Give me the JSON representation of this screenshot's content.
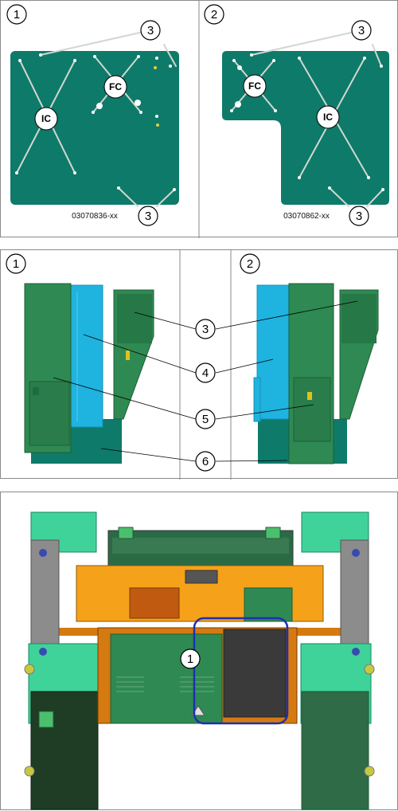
{
  "figure1": {
    "left": {
      "marker": "1",
      "callout_top": "3",
      "callout_bottom": "3",
      "label_ic": "IC",
      "label_fc": "FC",
      "part_number": "03070836-xx"
    },
    "right": {
      "marker": "2",
      "callout_top": "3",
      "callout_bottom": "3",
      "label_ic": "IC",
      "label_fc": "FC",
      "part_number": "03070862-xx"
    }
  },
  "figure2": {
    "marker_left": "1",
    "marker_right": "2",
    "callouts": [
      "3",
      "4",
      "5",
      "6"
    ]
  },
  "figure3": {
    "marker": "1"
  },
  "colors": {
    "board": "#0e7a6a",
    "board_green": "#2e8a52",
    "cyan_cover": "#1fb3df",
    "orange_frame": "#f5a21a",
    "dark_module": "#3a3a3a",
    "mint": "#3fd39a",
    "highlight": "#1f2fb0"
  }
}
